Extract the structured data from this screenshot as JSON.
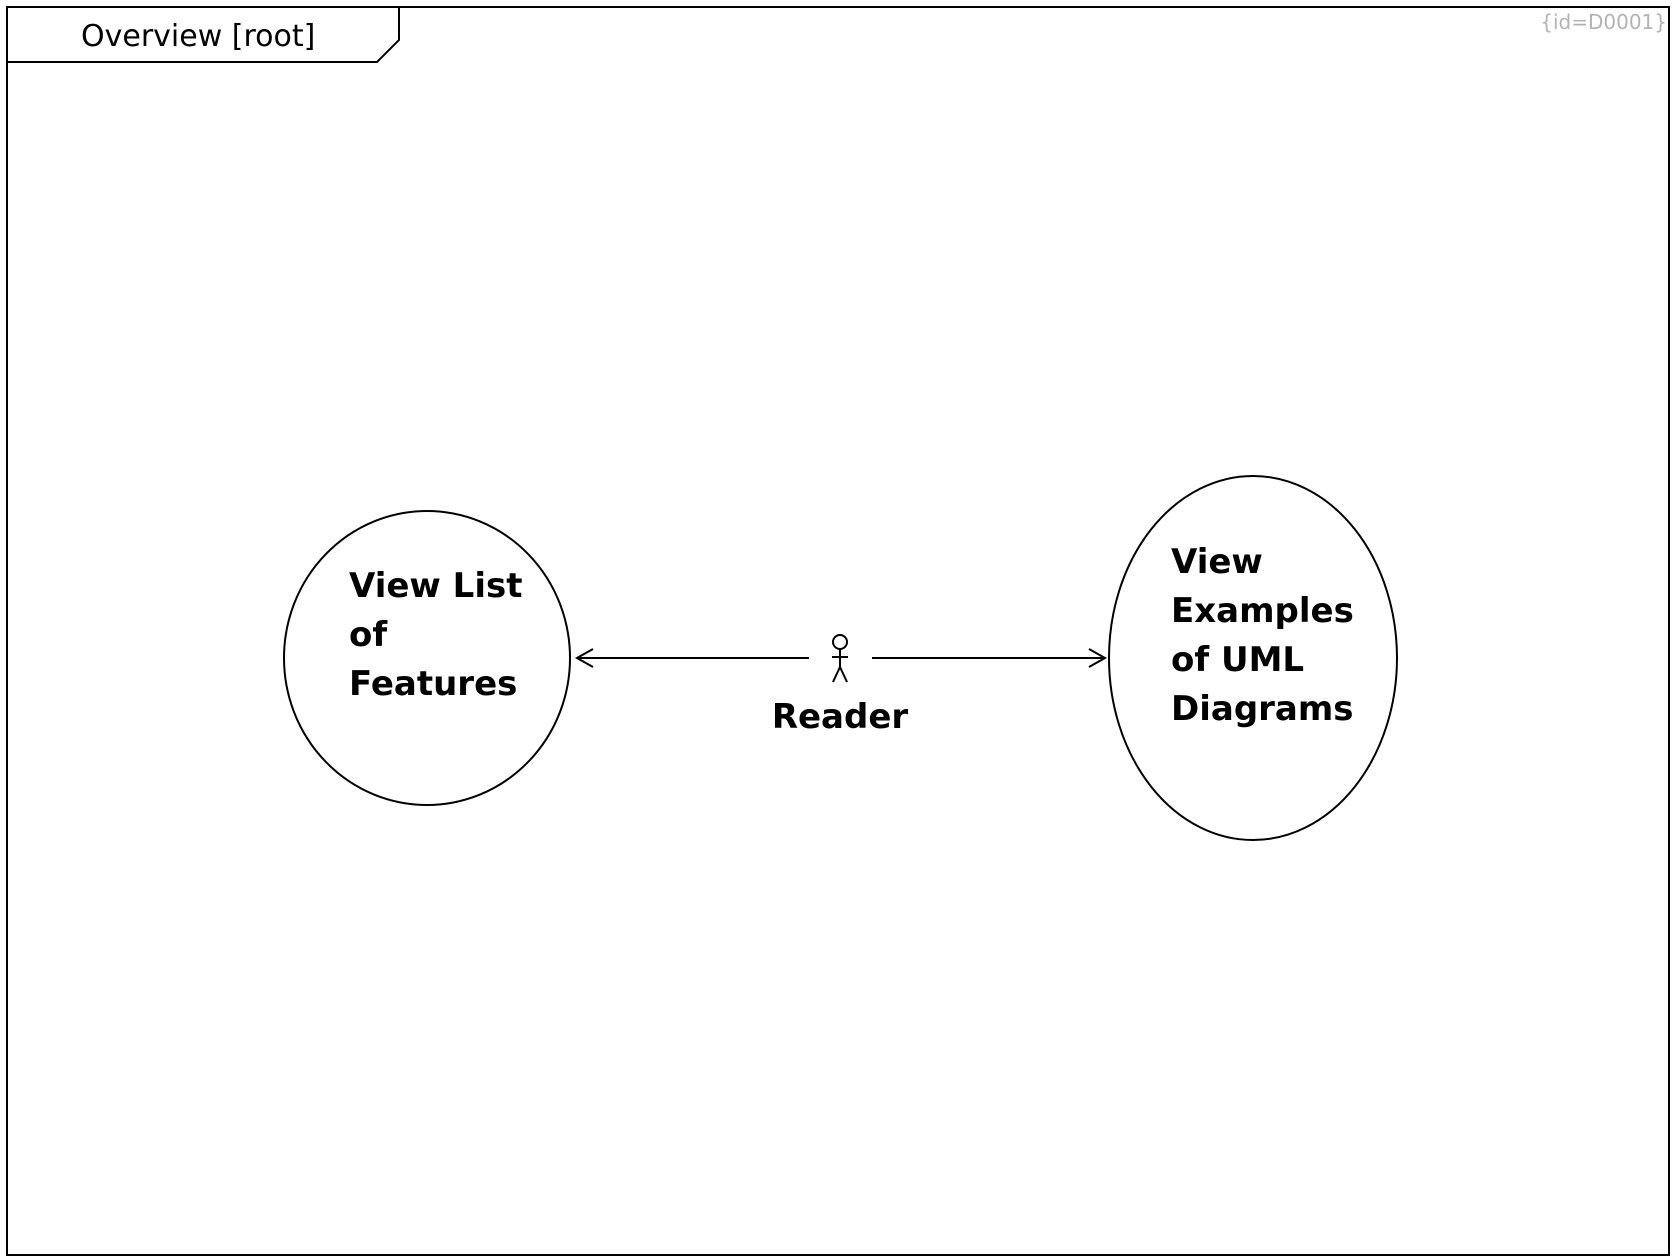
{
  "diagram": {
    "frame_title": "Overview [root]",
    "diagram_id": "{id=D0001}",
    "actor": {
      "name": "Reader"
    },
    "use_cases": [
      {
        "lines": [
          "View List",
          "of",
          "Features"
        ]
      },
      {
        "lines": [
          "View",
          "Examples",
          "of UML",
          "Diagrams"
        ]
      }
    ]
  }
}
